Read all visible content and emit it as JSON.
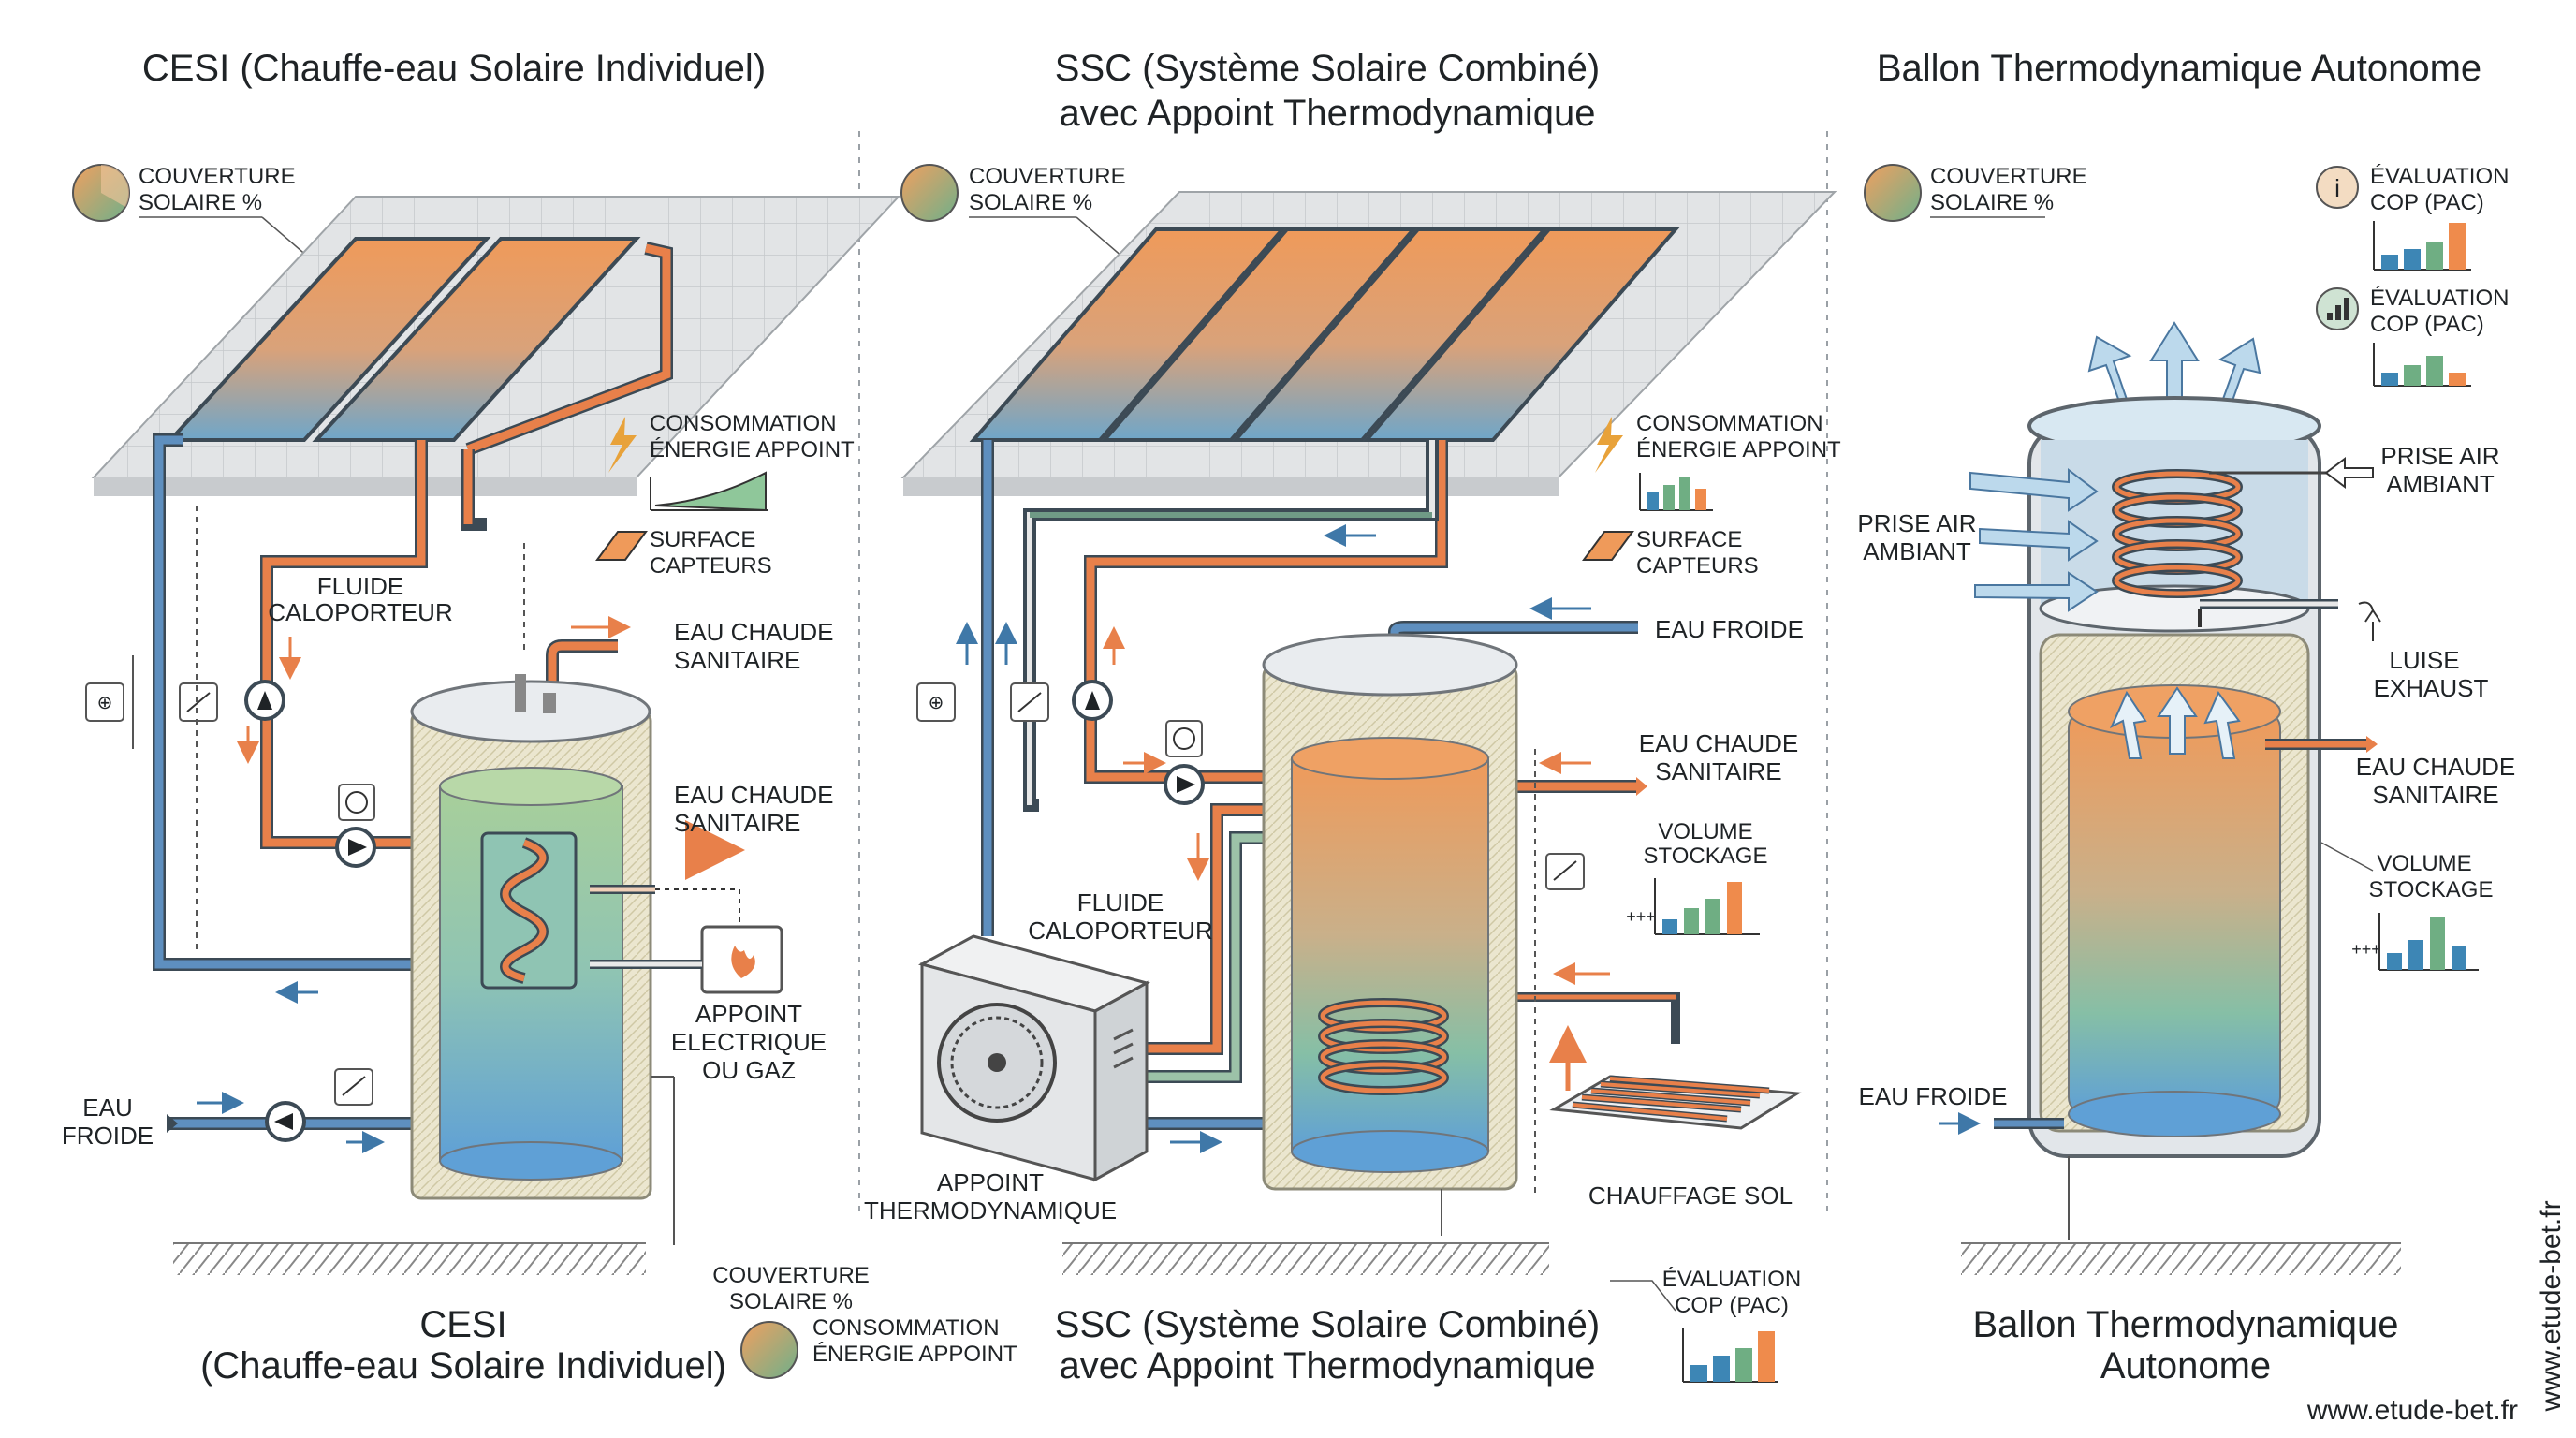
{
  "panels": {
    "cesi": {
      "title": "CESI (Chauffe-eau Solaire Individuel)",
      "kpi_couverture": [
        "COUVERTURE",
        "SOLAIRE %"
      ],
      "kpi_consommation": [
        "CONSOMMATION",
        "ÉNERGIE APPOINT"
      ],
      "kpi_surface": [
        "SURFACE",
        "CAPTEURS"
      ],
      "fluide": [
        "FLUIDE",
        "CALOPORTEUR"
      ],
      "eau_chaude_top": [
        "EAU CHAUDE",
        "SANITAIRE"
      ],
      "eau_chaude_mid": [
        "EAU CHAUDE",
        "SANITAIRE"
      ],
      "appoint": [
        "APPOINT",
        "ELECTRIQUE",
        "OU GAZ"
      ],
      "eau_froide": [
        "EAU",
        "FROIDE"
      ],
      "caption": [
        "CESI",
        "(Chauffe-eau Solaire Individuel)"
      ]
    },
    "ssc": {
      "title": [
        "SSC (Système Solaire Combiné)",
        "avec Appoint Thermodynamique"
      ],
      "kpi_couverture": [
        "COUVERTURE",
        "SOLAIRE %"
      ],
      "kpi_consommation": [
        "CONSOMMATION",
        "ÉNERGIE APPOINT"
      ],
      "kpi_surface": [
        "SURFACE",
        "CAPTEURS"
      ],
      "eau_froide": "EAU FROIDE",
      "eau_chaude": [
        "EAU CHAUDE",
        "SANITAIRE"
      ],
      "volume": [
        "VOLUME",
        "STOCKAGE"
      ],
      "fluide": [
        "FLUIDE",
        "CALOPORTEUR"
      ],
      "appoint": [
        "APPOINT",
        "THERMODYNAMIQUE"
      ],
      "chauffage": "CHAUFFAGE SOL",
      "eval_cop": [
        "ÉVALUATION",
        "COP (PAC)"
      ],
      "caption": [
        "SSC (Système Solaire Combiné)",
        "avec Appoint Thermodynamique"
      ]
    },
    "ballon": {
      "title": "Ballon Thermodynamique Autonome",
      "kpi_couverture": [
        "COUVERTURE",
        "SOLAIRE %"
      ],
      "eval_cop_1": [
        "ÉVALUATION",
        "COP (PAC)"
      ],
      "eval_cop_2": [
        "ÉVALUATION",
        "COP (PAC)"
      ],
      "prise_air_left": [
        "PRISE AIR",
        "AMBIANT"
      ],
      "prise_air_right": [
        "PRISE AIR",
        "AMBIANT"
      ],
      "exhaust": [
        "LUISE",
        "EXHAUST"
      ],
      "eau_chaude": [
        "EAU CHAUDE",
        "SANITAIRE"
      ],
      "volume": [
        "VOLUME",
        "STOCKAGE"
      ],
      "eau_froide": "EAU FROIDE",
      "caption": [
        "Ballon Thermodynamique",
        "Autonome"
      ]
    }
  },
  "legend_bottom": {
    "couverture": [
      "COUVERTURE",
      "SOLAIRE %"
    ],
    "consommation": [
      "CONSOMMATION",
      "ÉNERGIE APPOINT"
    ]
  },
  "footer": {
    "url": "www.etude-bet.fr",
    "vertical_url": "www.etude-bet.fr"
  },
  "colors": {
    "hot": "#e8804a",
    "cold": "#3f78a8",
    "green_pipe": "#6f9a86",
    "collector_hot": "#ef9a5a",
    "collector_cold": "#6fa6c9",
    "insulation": "#e6e2cc",
    "bar_blue": "#3d86b5",
    "bar_green": "#6fae83",
    "bar_orange": "#ef8b4c"
  }
}
